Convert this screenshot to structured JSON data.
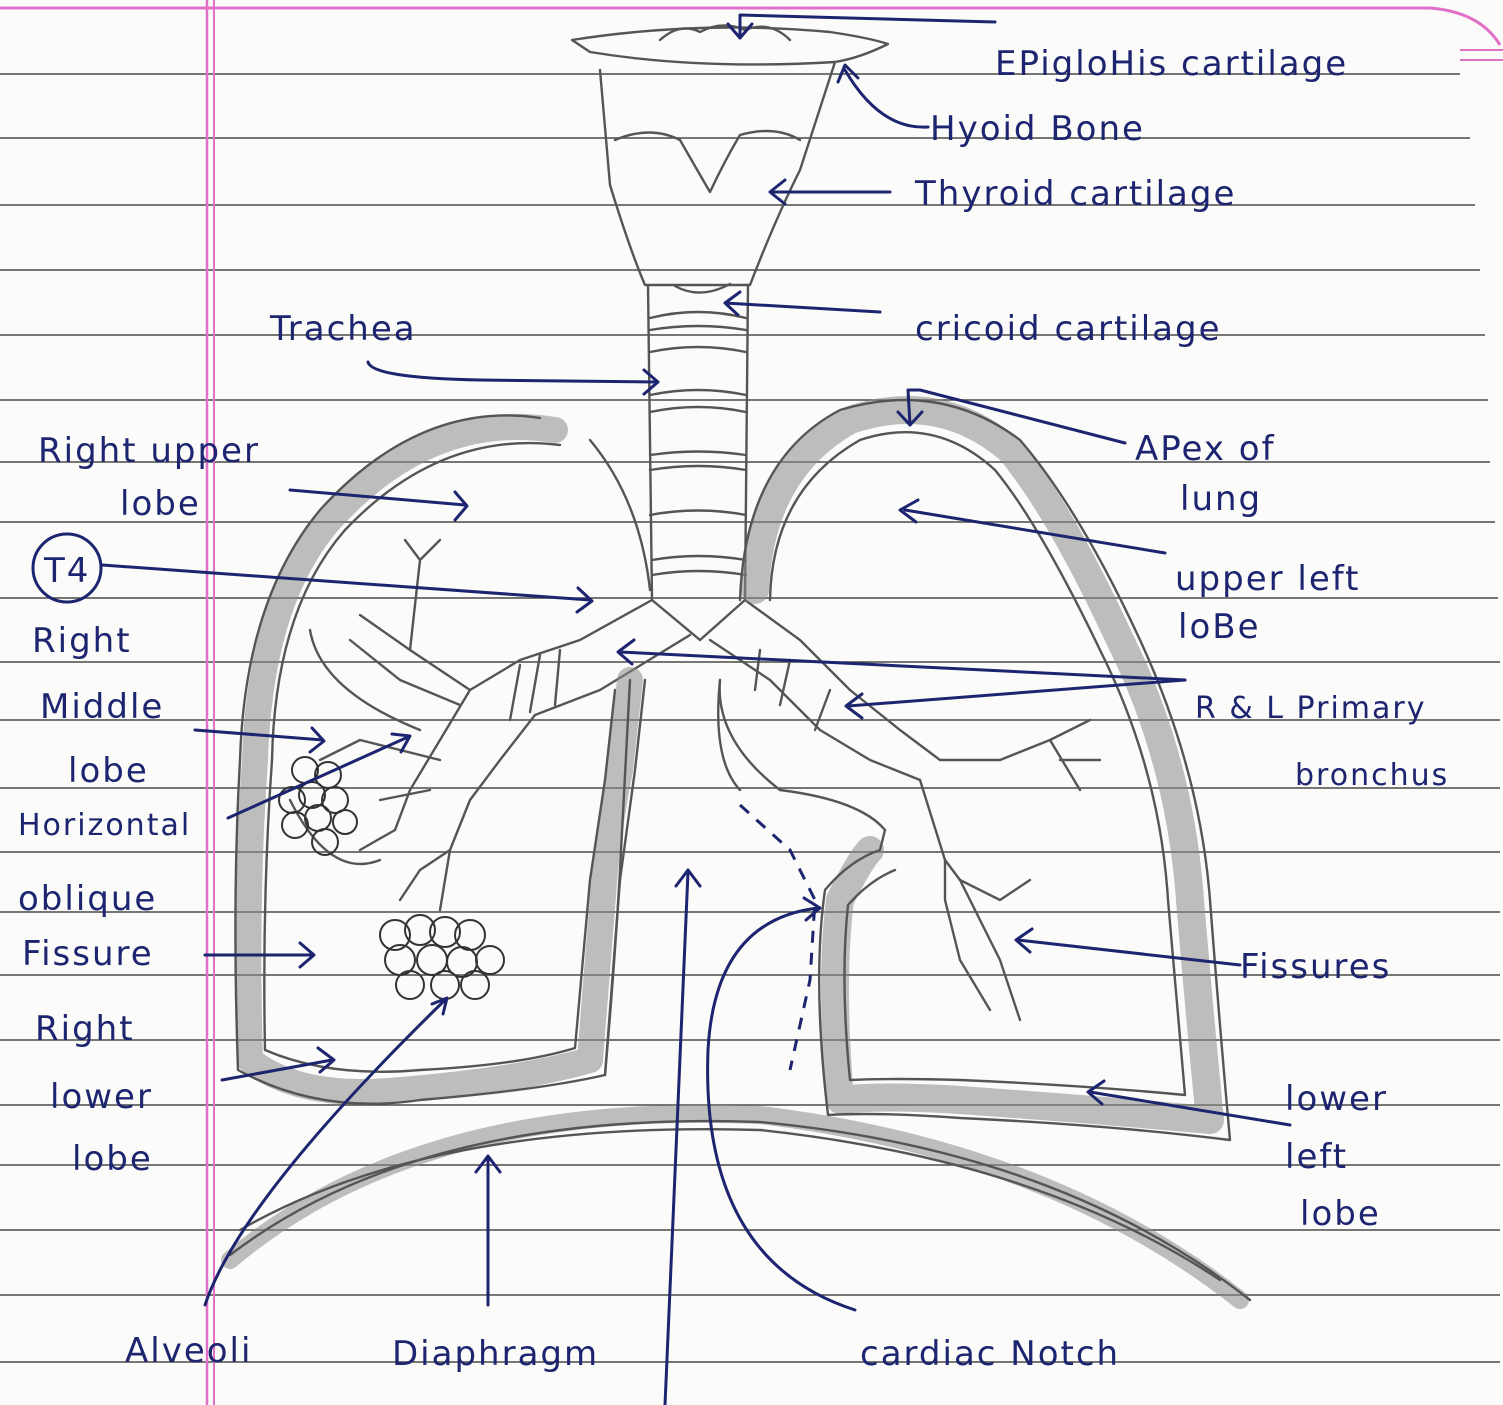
{
  "labels": {
    "epiglottis": "EPigloHis cartilage",
    "hyoid": "Hyoid Bone",
    "thyroid": "Thyroid cartilage",
    "cricoid": "cricoid cartilage",
    "trachea": "Trachea",
    "apex_line1": "APex of",
    "apex_line2": "lung",
    "right_upper_line1": "Right upper",
    "right_upper_line2": "lobe",
    "t4": "T4",
    "upper_left_line1": "upper left",
    "upper_left_line2": "loBe",
    "right_middle_line1": "Right",
    "right_middle_line2": "Middle",
    "right_middle_line3": "lobe",
    "rl_bronchus_line1": "R & L Primary",
    "rl_bronchus_line2": "bronchus",
    "horizontal": "Horizontal",
    "oblique_line1": "oblique",
    "oblique_line2": "Fissure",
    "fissures": "Fissures",
    "right_lower_line1": "Right",
    "right_lower_line2": "lower",
    "right_lower_line3": "lobe",
    "lower_left_line1": "lower",
    "lower_left_line2": "left",
    "lower_left_line3": "lobe",
    "alveoli": "Alveoli",
    "diaphragm": "Diaphragm",
    "cardiac_notch": "cardiac Notch"
  },
  "colors": {
    "ink": "#1d2470",
    "pencil": "#555555",
    "ruled_line": "#222222",
    "margin_line": "#e070c8",
    "paper": "#fbfbf9"
  }
}
